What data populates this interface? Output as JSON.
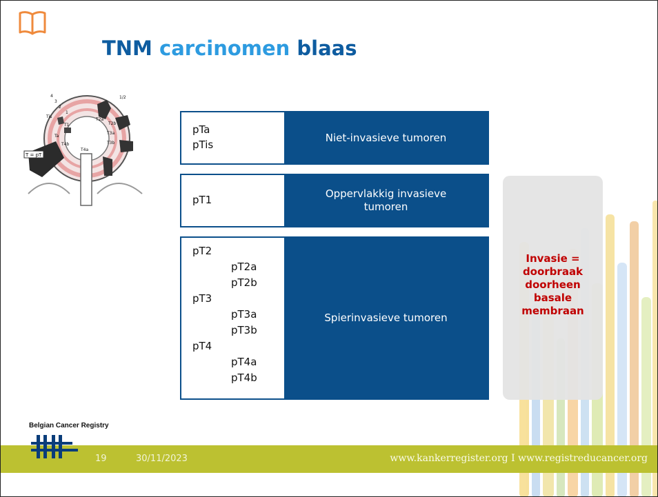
{
  "title": {
    "part1": "TNM ",
    "accent": "carcinomen",
    "part2": " blaas"
  },
  "illustration": {
    "label_tpt": "T = pT",
    "stage_labels": [
      "Tis",
      "T1",
      "Ta",
      "T4b",
      "T4a",
      "T2a",
      "T2b",
      "T3a",
      "T3b",
      "1",
      "2",
      "3",
      "4",
      "1/2"
    ]
  },
  "rows": [
    {
      "codes": [
        "pTa",
        "pTis"
      ],
      "label": "Niet-invasieve tumoren"
    },
    {
      "codes": [
        "pT1"
      ],
      "label_line1": "Oppervlakkig invasieve",
      "label_line2": "tumoren"
    },
    {
      "codes": [
        "pT2",
        "pT2a",
        "pT2b",
        "pT3",
        "pT3a",
        "pT3b",
        "pT4",
        "pT4a",
        "pT4b"
      ],
      "label": "Spierinvasieve tumoren"
    }
  ],
  "callout": {
    "lines": [
      "Invasie =",
      "doorbraak",
      "doorheen",
      "basale",
      "membraan"
    ]
  },
  "footer": {
    "org": "Belgian Cancer Registry",
    "page": "19",
    "date": "30/11/2023",
    "urls": "www.kankerregister.org  I  www.registreducancer.org"
  },
  "colors": {
    "primary": "#0b4f8a",
    "accent": "#2d9be0",
    "callout_text": "#c00000",
    "footer": "#bcc131"
  }
}
